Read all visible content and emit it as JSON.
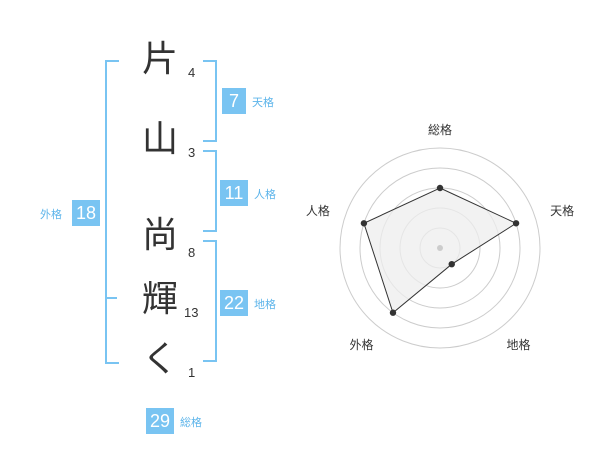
{
  "name_characters": [
    {
      "char": "片",
      "strokes": "4"
    },
    {
      "char": "山",
      "strokes": "3"
    },
    {
      "char": "尚",
      "strokes": "8"
    },
    {
      "char": "輝",
      "strokes": "13"
    },
    {
      "char": "く",
      "strokes": "1"
    }
  ],
  "kaku": {
    "tenkaku": {
      "value": "7",
      "label": "天格"
    },
    "jinkaku": {
      "value": "11",
      "label": "人格"
    },
    "chikaku": {
      "value": "22",
      "label": "地格"
    },
    "gaikaku": {
      "value": "18",
      "label": "外格"
    },
    "soukaku": {
      "value": "29",
      "label": "総格"
    }
  },
  "chart_data": {
    "type": "radar",
    "axes": [
      "総格",
      "天格",
      "地格",
      "外格",
      "人格"
    ],
    "values": [
      3,
      4,
      1,
      4,
      4
    ],
    "rmax": 5,
    "rings": 5,
    "colors": {
      "polygon_fill": "#eeeeee",
      "polygon_stroke": "#333333",
      "ring": "#cccccc",
      "point": "#333333",
      "center": "#cccccc"
    }
  },
  "colors": {
    "accent": "#79c4f2",
    "accent_text": "#5cb4ea"
  }
}
